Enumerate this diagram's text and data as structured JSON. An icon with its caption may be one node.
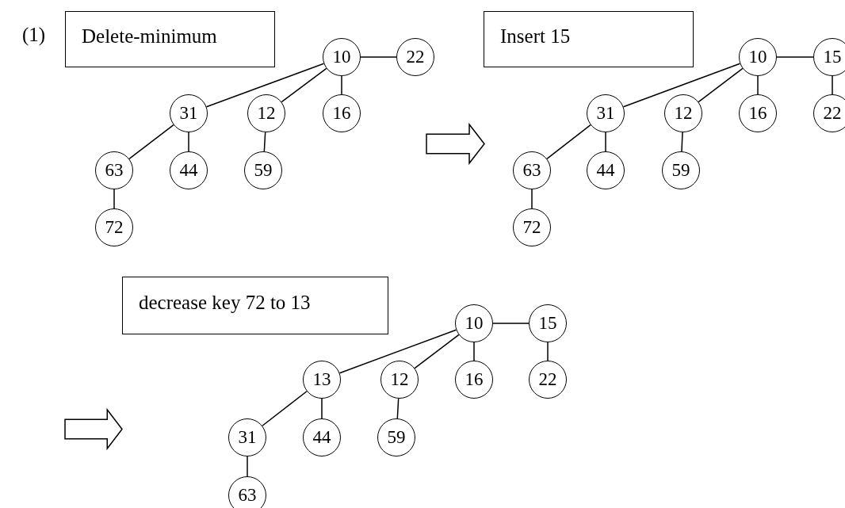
{
  "diagram": {
    "nodes": [
      {
        "text": [
          "Delete-minimum"
        ]
      },
      {
        "text": [
          "10"
        ]
      },
      {
        "text": [
          "22"
        ]
      },
      {
        "text": [
          "31"
        ]
      },
      {
        "text": [
          "12"
        ]
      },
      {
        "text": [
          "16"
        ]
      },
      {
        "text": [
          "63"
        ]
      },
      {
        "text": [
          "44"
        ]
      },
      {
        "text": [
          "59"
        ]
      },
      {
        "text": [
          "72"
        ]
      },
      {
        "text": [
          "Insert 15"
        ]
      },
      {
        "text": [
          "10"
        ]
      },
      {
        "text": [
          "15"
        ]
      },
      {
        "text": [
          "31"
        ]
      },
      {
        "text": [
          "12"
        ]
      },
      {
        "text": [
          "16"
        ]
      },
      {
        "text": [
          "22"
        ]
      },
      {
        "text": [
          "63"
        ]
      },
      {
        "text": [
          "44"
        ]
      },
      {
        "text": [
          "59"
        ]
      },
      {
        "text": [
          "72"
        ]
      },
      {
        "text": [
          "decrease key 72 to 13"
        ]
      },
      {
        "text": [
          "10"
        ]
      },
      {
        "text": [
          "15"
        ]
      },
      {
        "text": [
          "13"
        ]
      },
      {
        "text": [
          "12"
        ]
      },
      {
        "text": [
          "16"
        ]
      },
      {
        "text": [
          "22"
        ]
      },
      {
        "text": [
          "31"
        ]
      },
      {
        "text": [
          "44"
        ]
      },
      {
        "text": [
          "59"
        ]
      },
      {
        "text": [
          "63"
        ]
      }
    ],
    "edges": [
      {
        "from": 1,
        "to": 2,
        "arrow": "none"
      },
      {
        "from": 1,
        "to": 3,
        "arrow": "none"
      },
      {
        "from": 1,
        "to": 4,
        "arrow": "none"
      },
      {
        "from": 1,
        "to": 5,
        "arrow": "none"
      },
      {
        "from": 3,
        "to": 6,
        "arrow": "none"
      },
      {
        "from": 3,
        "to": 7,
        "arrow": "none"
      },
      {
        "from": 4,
        "to": 8,
        "arrow": "none"
      },
      {
        "from": 6,
        "to": 9,
        "arrow": "none"
      },
      {
        "from": 11,
        "to": 12,
        "arrow": "none"
      },
      {
        "from": 11,
        "to": 13,
        "arrow": "none"
      },
      {
        "from": 11,
        "to": 14,
        "arrow": "none"
      },
      {
        "from": 11,
        "to": 15,
        "arrow": "none"
      },
      {
        "from": 12,
        "to": 16,
        "arrow": "none"
      },
      {
        "from": 13,
        "to": 17,
        "arrow": "none"
      },
      {
        "from": 13,
        "to": 18,
        "arrow": "none"
      },
      {
        "from": 14,
        "to": 19,
        "arrow": "none"
      },
      {
        "from": 17,
        "to": 20,
        "arrow": "none"
      },
      {
        "from": 22,
        "to": 23,
        "arrow": "none"
      },
      {
        "from": 22,
        "to": 24,
        "arrow": "none"
      },
      {
        "from": 22,
        "to": 25,
        "arrow": "none"
      },
      {
        "from": 22,
        "to": 26,
        "arrow": "none"
      },
      {
        "from": 23,
        "to": 27,
        "arrow": "none"
      },
      {
        "from": 24,
        "to": 28,
        "arrow": "none"
      },
      {
        "from": 24,
        "to": 29,
        "arrow": "none"
      },
      {
        "from": 25,
        "to": 30,
        "arrow": "none"
      },
      {
        "from": 28,
        "to": 31,
        "arrow": "none"
      }
    ],
    "labels": [
      "(1)"
    ]
  }
}
